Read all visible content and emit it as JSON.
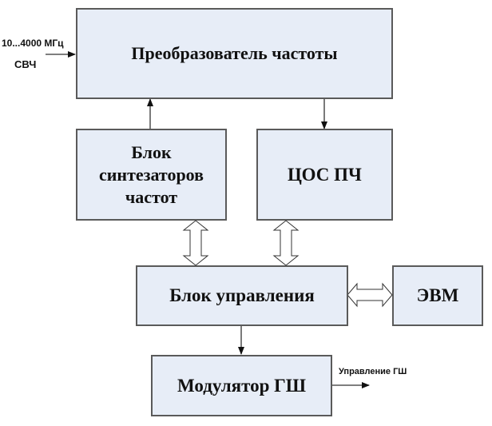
{
  "diagram": {
    "blocks": {
      "converter": "Преобразователь частоты",
      "synth": [
        "Блок",
        "синтезаторов",
        "частот"
      ],
      "dsp": "ЦОС ПЧ",
      "control": "Блок управления",
      "computer": "ЭВМ",
      "modulator": "Модулятор ГШ"
    },
    "labels": {
      "input_freq": "10...4000 МГц",
      "input_type": "СВЧ",
      "output": "Управление ГШ"
    },
    "colors": {
      "block_fill": "#e7edf7",
      "block_border": "#5a5a5a",
      "line": "#333333"
    }
  }
}
